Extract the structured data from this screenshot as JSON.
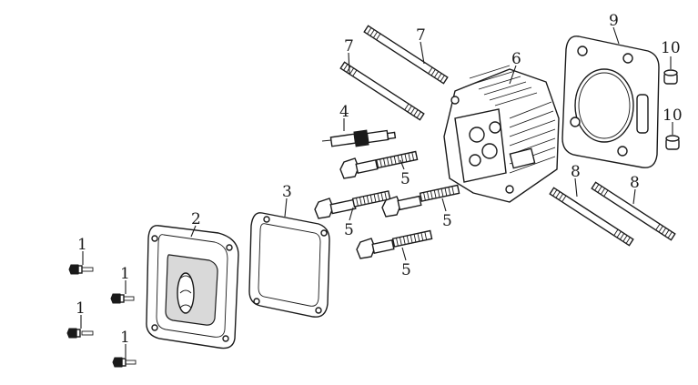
{
  "diagram": {
    "callouts": [
      {
        "id": "c1a",
        "text": "1"
      },
      {
        "id": "c1b",
        "text": "1"
      },
      {
        "id": "c1c",
        "text": "1"
      },
      {
        "id": "c1d",
        "text": "1"
      },
      {
        "id": "c2",
        "text": "2"
      },
      {
        "id": "c3",
        "text": "3"
      },
      {
        "id": "c4",
        "text": "4"
      },
      {
        "id": "c5a",
        "text": "5"
      },
      {
        "id": "c5b",
        "text": "5"
      },
      {
        "id": "c5c",
        "text": "5"
      },
      {
        "id": "c5d",
        "text": "5"
      },
      {
        "id": "c6",
        "text": "6"
      },
      {
        "id": "c7a",
        "text": "7"
      },
      {
        "id": "c7b",
        "text": "7"
      },
      {
        "id": "c8a",
        "text": "8"
      },
      {
        "id": "c8b",
        "text": "8"
      },
      {
        "id": "c9",
        "text": "9"
      },
      {
        "id": "c10a",
        "text": "10"
      },
      {
        "id": "c10b",
        "text": "10"
      }
    ],
    "colors": {
      "ink": "#1a1a1a",
      "paper": "#ffffff",
      "shade": "#d9d9d9"
    }
  }
}
